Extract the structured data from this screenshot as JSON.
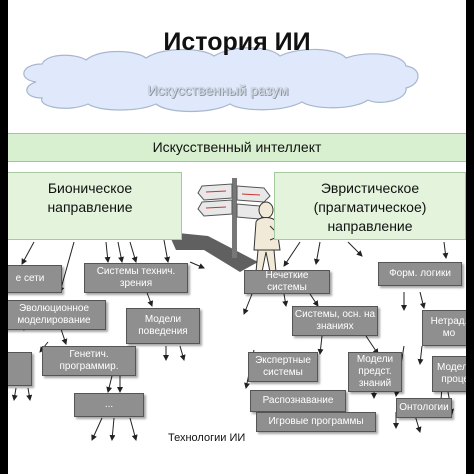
{
  "title": "История ИИ",
  "cloud_label": "Искусственный разум",
  "band_label": "Искусственный интеллект",
  "regions": {
    "bionic": [
      "Бионическое",
      "направление"
    ],
    "heuristic": [
      "Эвристическое",
      "(прагматическое)",
      "направление"
    ]
  },
  "boxes": {
    "neural_nets": "е сети",
    "tech_vision": "Системы технич. зрения",
    "evolutionary": "Эволюционное моделирование",
    "behavior_models": "Модели поведения",
    "genetic_prog": "Генетич. программир.",
    "ellipsis": "...",
    "fuzzy": "Нечеткие системы",
    "knowledge_systems": "Системы, осн. на знаниях",
    "expert_systems": "Экспертные системы",
    "knowledge_models": "Модели предст. знаний",
    "recognition": "Распознавание",
    "ontologies": "Онтологии",
    "game_programs": "Игровые программы",
    "formal_logic": "Форм. логики",
    "nonstandard": "Нетрад. мо",
    "process": "Модели проце"
  },
  "footer": "Технологии ИИ",
  "colors": {
    "cloud_fill": "#dfe9fb",
    "band_fill": "#d8f0cf",
    "region_fill": "#e3f3dc",
    "box_fill": "#8f8f8f",
    "arrow": "#222222"
  },
  "icons": [
    "signpost-icon",
    "thinking-man-icon"
  ]
}
